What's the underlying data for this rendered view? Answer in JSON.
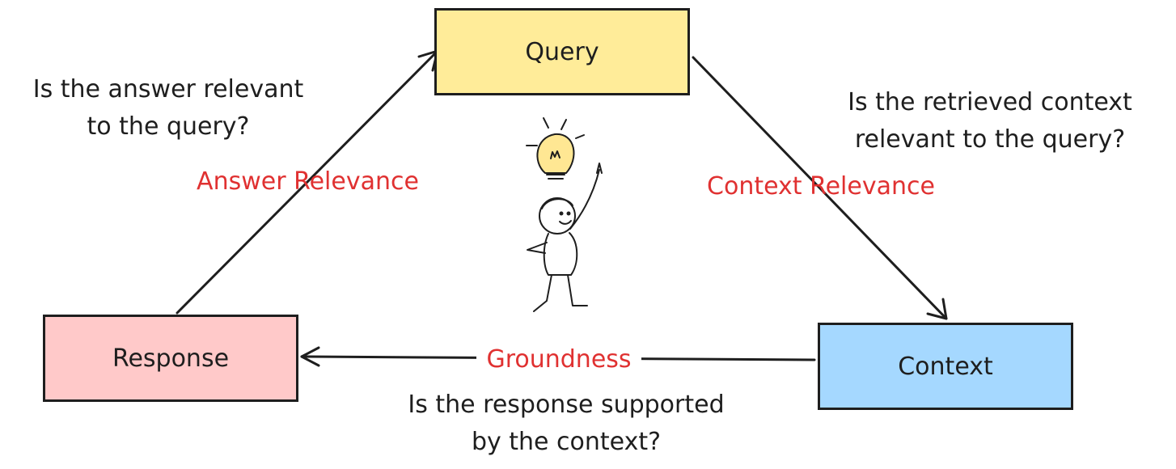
{
  "nodes": {
    "query": {
      "label": "Query",
      "fill": "#ffec99"
    },
    "response": {
      "label": "Response",
      "fill": "#ffc9c9"
    },
    "context": {
      "label": "Context",
      "fill": "#a5d8ff"
    }
  },
  "edges": {
    "answer_relevance": {
      "label": "Answer Relevance",
      "question": [
        "Is the answer relevant",
        "to the query?"
      ]
    },
    "context_relevance": {
      "label": "Context Relevance",
      "question": [
        "Is the retrieved context",
        "relevant to the query?"
      ]
    },
    "groundness": {
      "label": "Groundness",
      "question": [
        "Is the response supported",
        "by the context?"
      ]
    }
  },
  "colors": {
    "stroke": "#1e1e1e",
    "edge_label": "#e03131",
    "bulb_glow": "#ffd43b"
  },
  "icons": {
    "center": "thinking-person-with-lightbulb-icon"
  }
}
